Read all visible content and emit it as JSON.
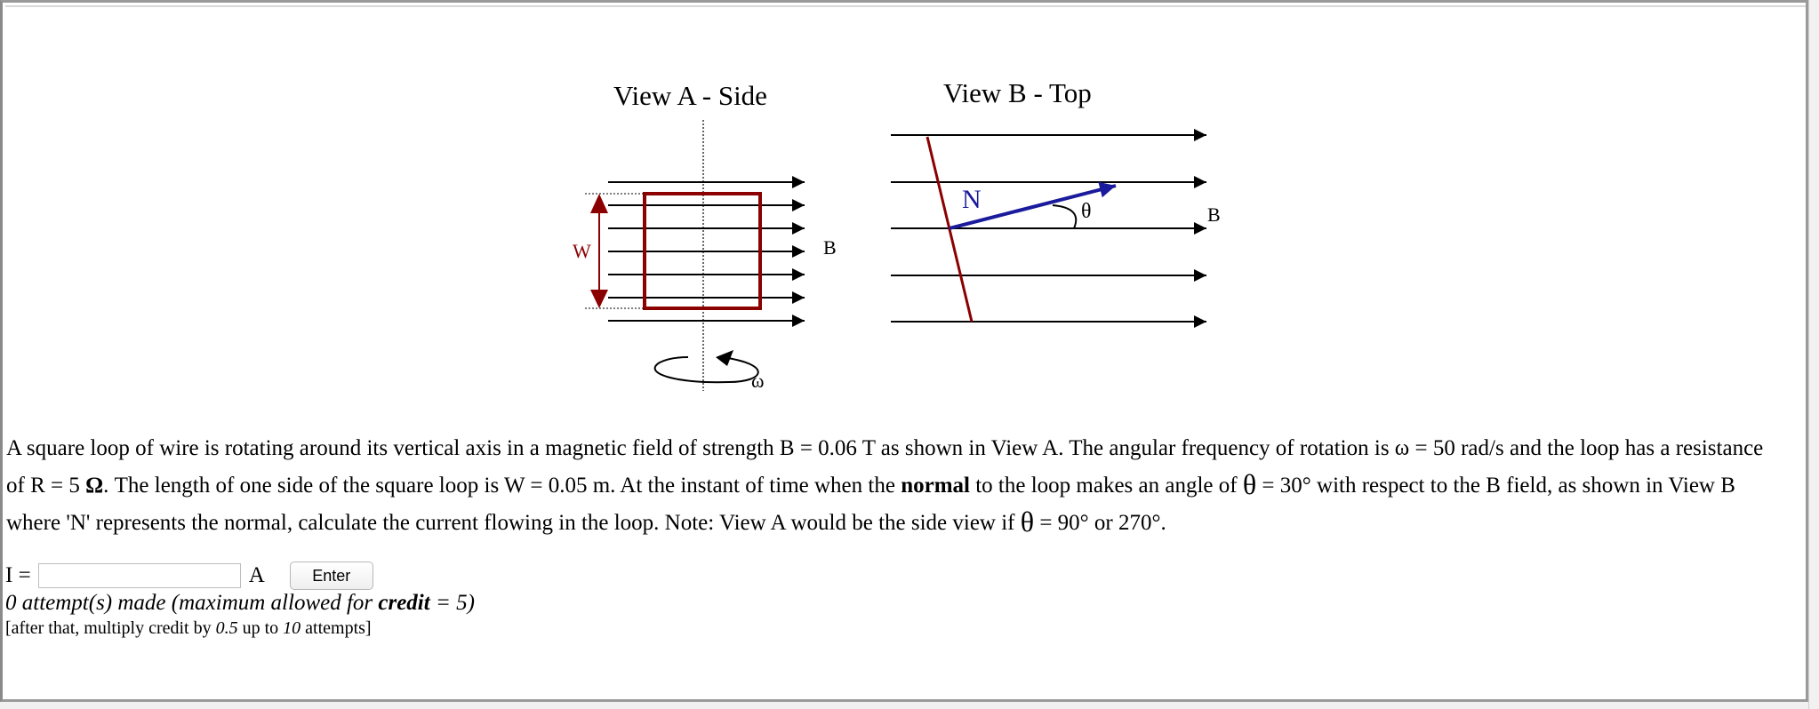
{
  "figure": {
    "view_a_title": "View A - Side",
    "view_b_title": "View B - Top",
    "label_w": "W",
    "label_b_side": "B",
    "label_omega": "ω",
    "label_n": "N",
    "label_theta": "θ",
    "label_b_top": "B"
  },
  "problem": {
    "part1": "A square loop of wire is rotating around its vertical axis in a magnetic field of strength B = 0.06 T as shown in View A. The angular frequency of rotation is ω = 50 rad/s and the loop has a resistance of R = 5 ",
    "ohm_symbol": "Ω",
    "part2": ". The length of one side of the square loop is W = 0.05 m. At the instant of time when the ",
    "normal_word": "normal",
    "part3": " to the loop makes an angle of ",
    "theta1": "θ",
    "part4": " = 30° with respect to the B field, as shown in View B where 'N' represents the normal, calculate the current flowing in the loop. Note: View A would be the side view if ",
    "theta2": "θ",
    "part5": " = 90° or 270°."
  },
  "answer": {
    "label": "I =",
    "value": "",
    "unit": "A",
    "enter_label": "Enter"
  },
  "attempts": {
    "prefix": "0 attempt(s) made (maximum allowed for ",
    "credit_word": "credit",
    "suffix": " = 5)"
  },
  "after_note": {
    "part1": "[after that, multiply credit by ",
    "factor": "0.5",
    "part2": " up to ",
    "limit": "10",
    "part3": " attempts]"
  }
}
